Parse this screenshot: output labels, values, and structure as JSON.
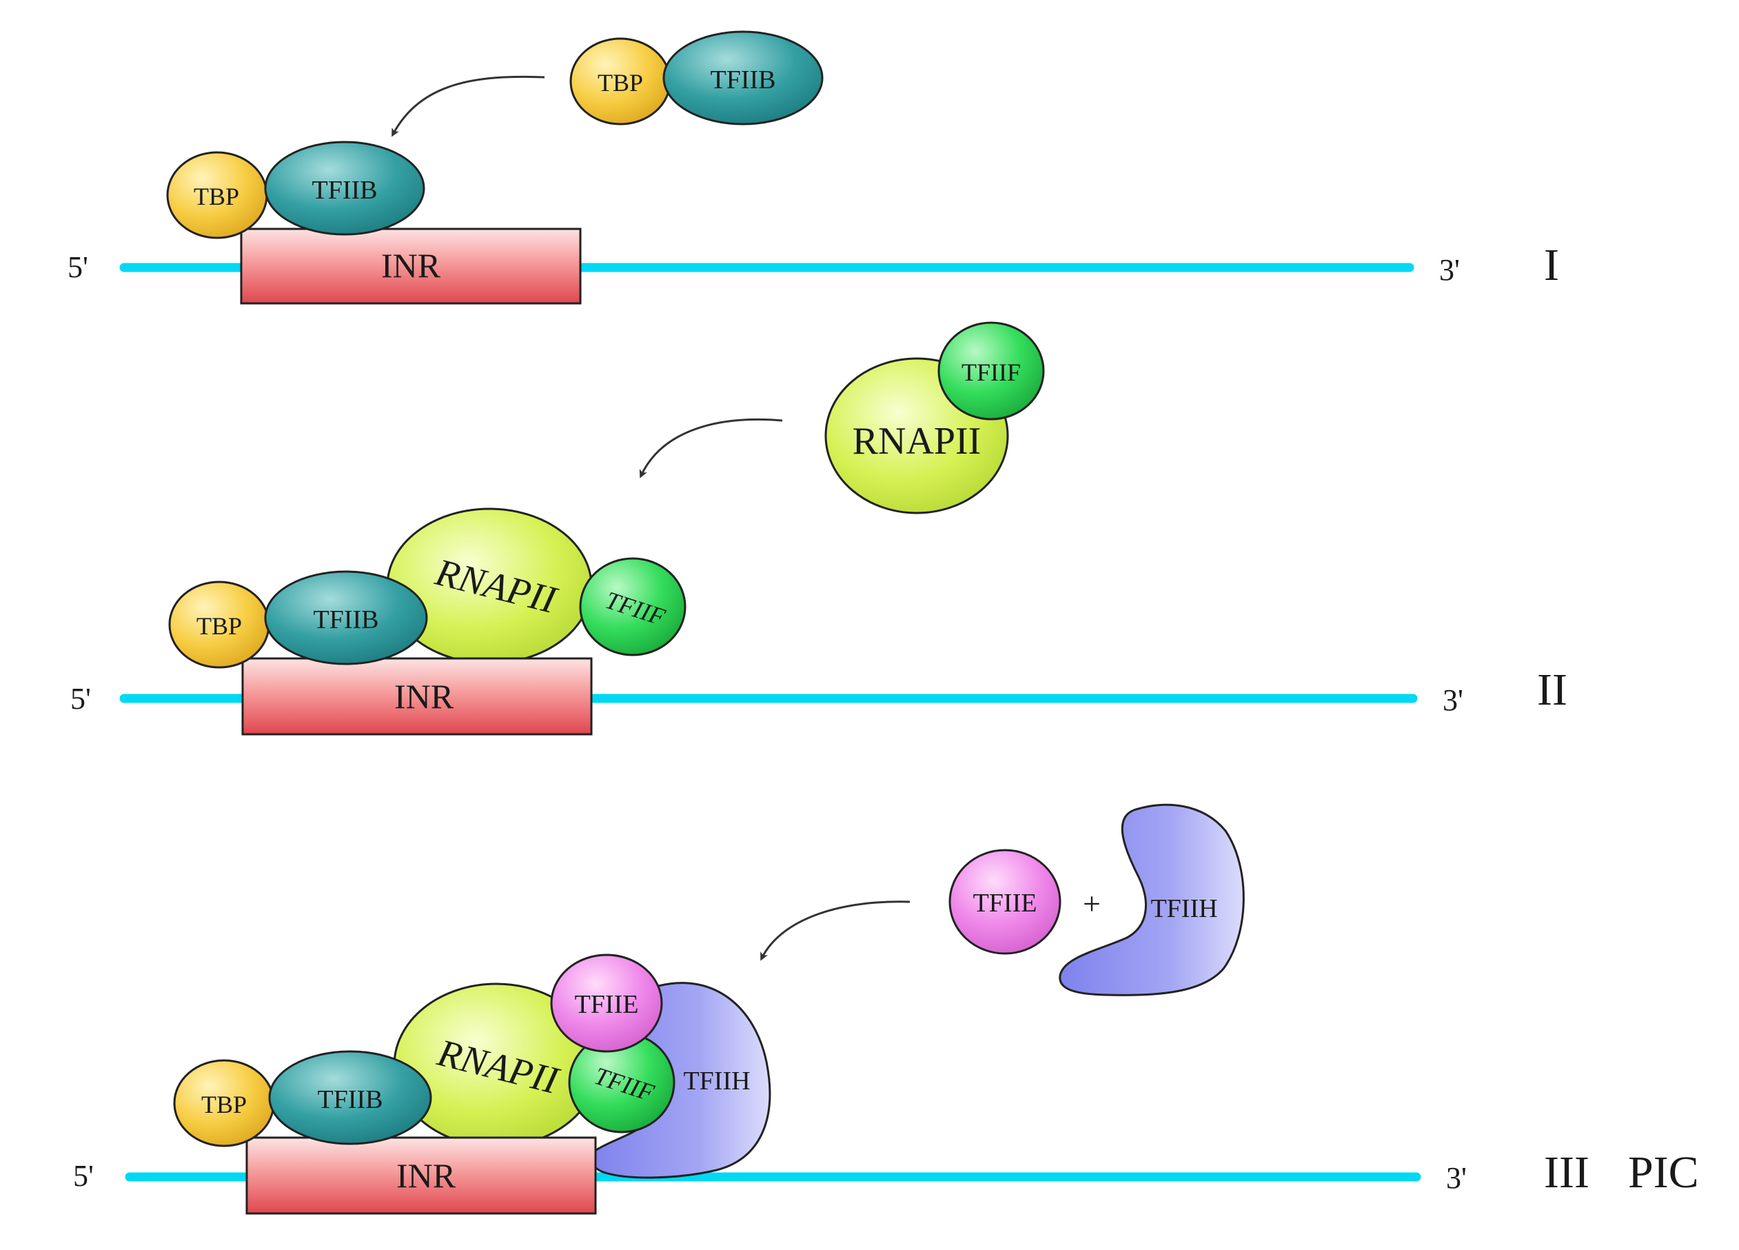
{
  "labels": {
    "five_prime": "5'",
    "three_prime": "3'",
    "inr": "INR",
    "tbp": "TBP",
    "tfiib": "TFIIB",
    "tfiif": "TFIIF",
    "tfiie": "TFIIE",
    "tfiih": "TFIIH",
    "rnapii": "RNAPII",
    "plus": "+"
  },
  "stages": [
    {
      "numeral": "I",
      "suffix": ""
    },
    {
      "numeral": "II",
      "suffix": ""
    },
    {
      "numeral": "III",
      "suffix": "PIC"
    }
  ],
  "colors": {
    "dna": "#00d8f4",
    "inr": "#f08f8f",
    "tbp": "#f5c840",
    "tfiib": "#2a9a9e",
    "tfiif": "#2fd45a",
    "rnapii": "#cfee4a",
    "tfiie": "#ee7ee8",
    "tfiih": "#9a9cf2"
  }
}
